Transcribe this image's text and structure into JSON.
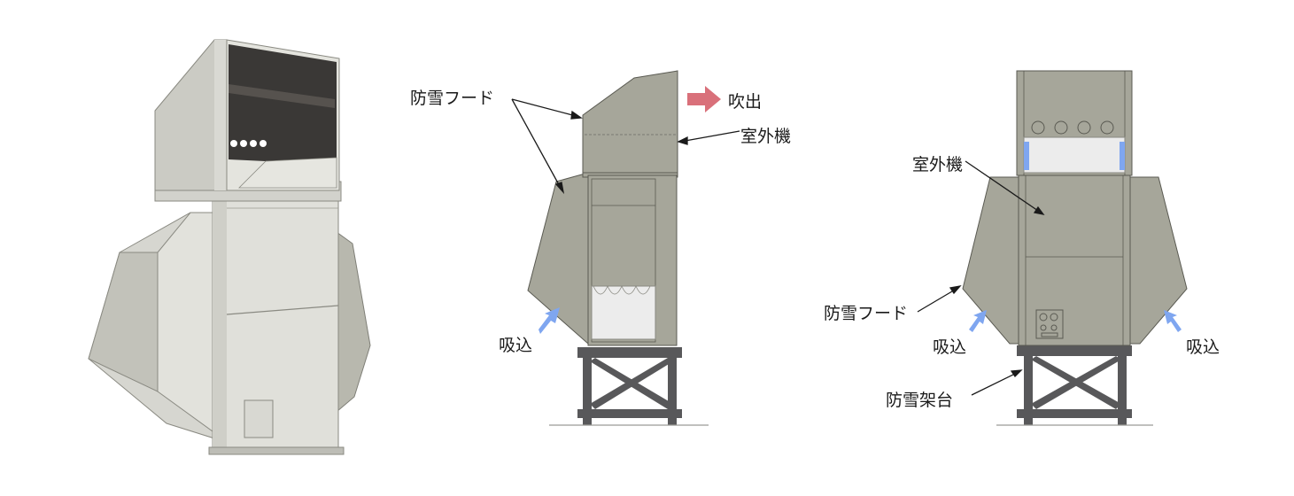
{
  "labels": {
    "snow_hood": "防雪フード",
    "outdoor_unit": "室外機",
    "discharge": "吹出",
    "intake": "吸込",
    "snow_stand": "防雪架台"
  },
  "colors": {
    "body_light": "#d9d9d4",
    "body_gray": "#a6a69a",
    "body_dark": "#8e8e84",
    "edge": "#5a5a52",
    "stand": "#58585a",
    "intake_arrow": "#7fa6f0",
    "discharge_arrow": "#d9707a",
    "interior": "#3a3836"
  },
  "icons": {
    "intake": "blue-arrow-icon",
    "discharge": "red-arrow-icon"
  }
}
